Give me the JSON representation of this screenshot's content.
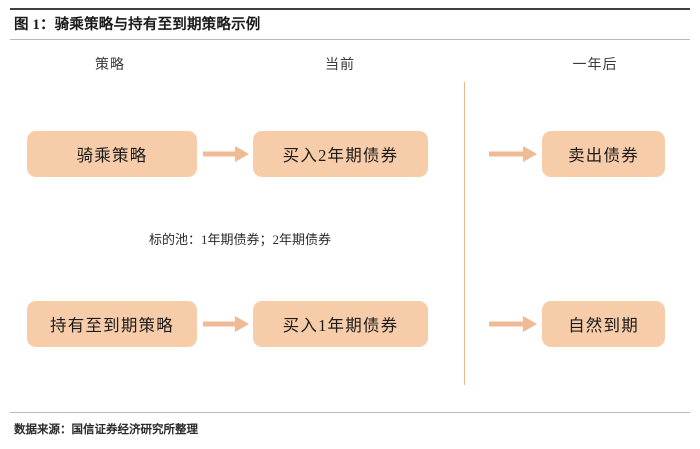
{
  "figure": {
    "title": "图 1：骑乘策略与持有至到期策略示例",
    "source": "数据来源：国信证券经济研究所整理"
  },
  "colors": {
    "box_fill": "#F7CCA9",
    "arrow": "#F0BB94",
    "divider": "#EAB98F",
    "rule_top": "#3F3F3F",
    "rule_light": "#B9B9B9",
    "text": "#1C1C1C"
  },
  "columns": [
    {
      "label": "策略"
    },
    {
      "label": "当前"
    },
    {
      "label": "一年后"
    }
  ],
  "rows": [
    {
      "strategy": "骑乘策略",
      "current": "买入2年期债券",
      "after_one_year": "卖出债券"
    },
    {
      "strategy": "持有至到期策略",
      "current": "买入1年期债券",
      "after_one_year": "自然到期"
    }
  ],
  "pool_note": "标的池：1年期债券；2年期债券"
}
